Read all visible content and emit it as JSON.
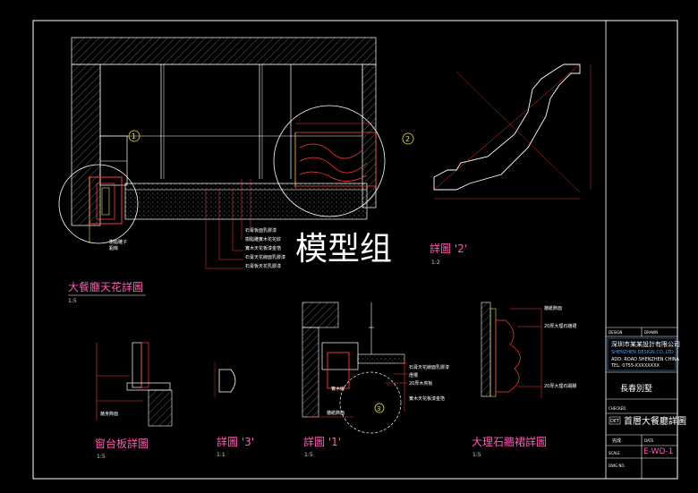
{
  "watermark": "模型组",
  "details": {
    "ceiling": {
      "title": "大餐廳天花詳圖",
      "scale": "1:5"
    },
    "detail2": {
      "title": "詳圖 '2'",
      "scale": "1:2"
    },
    "sill": {
      "title": "窗台板詳圖",
      "scale": "1:5"
    },
    "detail3": {
      "title": "詳圖 '3'",
      "scale": "1:1"
    },
    "detail1": {
      "title": "詳圖 '1'",
      "scale": "1:5"
    },
    "marble": {
      "title": "大理石牆裙詳圖",
      "scale": "1:5"
    }
  },
  "callouts": {
    "c1": "1",
    "c2": "2",
    "c3": "3"
  },
  "notes": {
    "ceiling": [
      "石膏板面乳膠漆",
      "樹脂雕實木花花紋",
      "實木天花板漆金箔",
      "石膏天花線面乳膠漆",
      "石膏板天花乳膠漆"
    ],
    "ceiling_small": [
      "樹脂雕子",
      "鋁條"
    ],
    "sill": [
      "牆身飾面"
    ],
    "detail1": [
      "石膏天花線面乳膠漆",
      "燈槽",
      "20厚木夾板",
      "實木天花板漆金箔"
    ],
    "detail1_bottom": [
      "牆紙飾面"
    ],
    "detail1_inner": [
      "實木線"
    ],
    "marble": [
      "牆紙飾面",
      "20厚大理石牆裙",
      "20厚大理石踢腳"
    ]
  },
  "titleblock": {
    "company": [
      "深圳市某某設計有限公司",
      "SHENZHEN DESIGN CO.,LTD",
      "ADD: ROAD SHENZHEN CHINA",
      "TEL: 0755-XXXXXXXX"
    ],
    "project": "長春別墅",
    "drawing_prefix": "DET",
    "drawing": "首層大餐廳詳圖",
    "drawn": "完成",
    "code": "E-WD-1",
    "small_labels": [
      "DESIGN",
      "DRAWN",
      "CHECKED",
      "DATE",
      "SCALE",
      "DWG NO."
    ]
  },
  "colors": {
    "border": "#ffffff",
    "title": "#ff5ab4",
    "dim": "#ff3b3b",
    "hatch": "#9a9a9a",
    "yellow": "#e6e04a",
    "circle": "#ffffff"
  }
}
